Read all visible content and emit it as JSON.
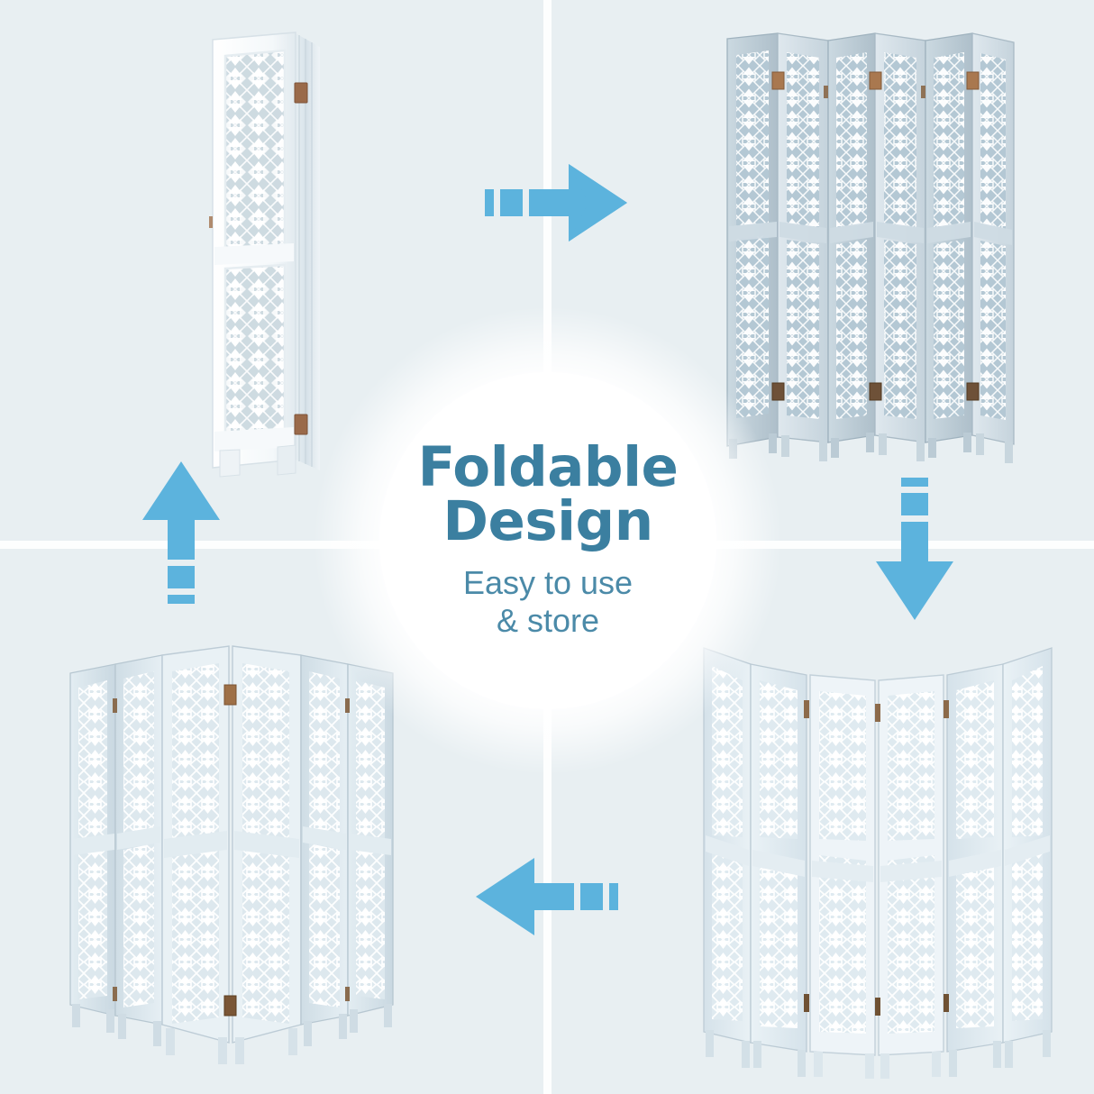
{
  "page": {
    "type": "product-infographic",
    "background_color": "#e8eff2",
    "divider_color": "#fdfefe",
    "accent_color": "#5cb3dd",
    "heading_color": "#3b7fa0",
    "subheading_color": "#4b8aa8"
  },
  "center": {
    "circle_color": "#ffffff",
    "headline_line1": "Foldable",
    "headline_line2": "Design",
    "subline_line1": "Easy to use",
    "subline_line2": "& store"
  },
  "arrows": [
    {
      "id": "arrow-right",
      "direction": "right",
      "color": "#5cb3dd",
      "position": "top-center"
    },
    {
      "id": "arrow-down",
      "direction": "down",
      "color": "#5cb3dd",
      "position": "right-center"
    },
    {
      "id": "arrow-left",
      "direction": "left",
      "color": "#5cb3dd",
      "position": "bottom-center"
    },
    {
      "id": "arrow-up",
      "direction": "up",
      "color": "#5cb3dd",
      "position": "left-center"
    }
  ],
  "products": [
    {
      "id": "room-divider-folded",
      "quadrant": "top-left",
      "state": "folded",
      "panels": 6,
      "view": "fully folded stack, side view",
      "frame_color": "#f2f6f8",
      "panel_color": "#ccd9e0",
      "hinge_color": "#9a6a4a"
    },
    {
      "id": "room-divider-accordion",
      "quadrant": "top-right",
      "state": "partly unfolded",
      "panels": 6,
      "view": "zig-zag accordion",
      "frame_color": "#c3d2da",
      "panel_color": "#b9ccd6",
      "hinge_color": "#8a5f40"
    },
    {
      "id": "room-divider-u-shape",
      "quadrant": "bottom-left",
      "state": "unfolded",
      "panels": 6,
      "view": "u-shape standing",
      "frame_color": "#cfdce4",
      "panel_color": "#dbe6ec",
      "hinge_color": "#8a5f40"
    },
    {
      "id": "room-divider-curved",
      "quadrant": "bottom-right",
      "state": "fully unfolded",
      "panels": 6,
      "view": "gentle curve standing",
      "frame_color": "#d2dee6",
      "panel_color": "#dde8ee",
      "hinge_color": "#8a5f40"
    }
  ]
}
